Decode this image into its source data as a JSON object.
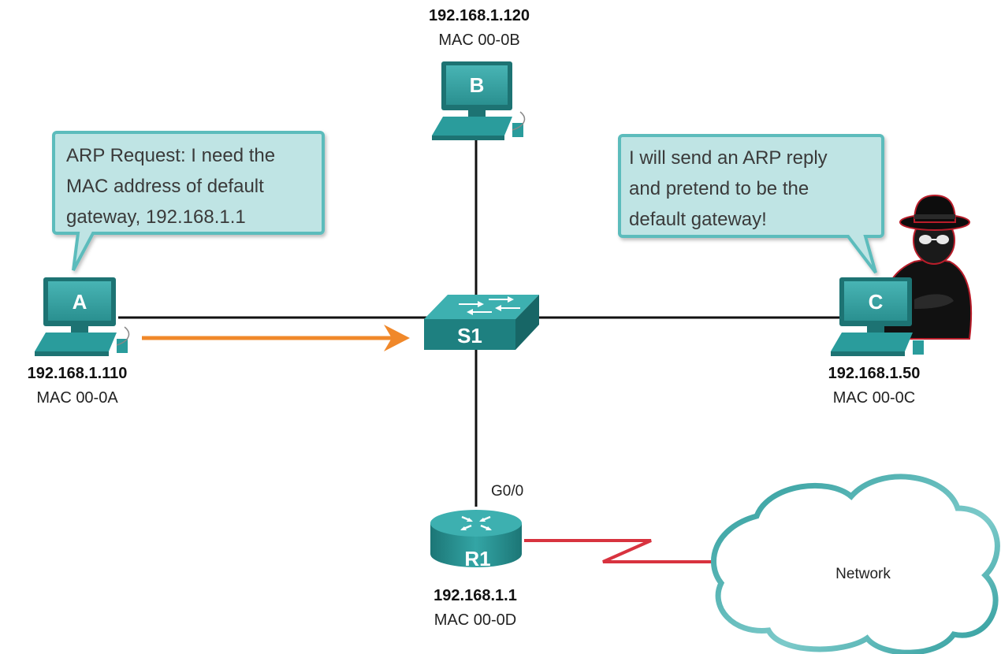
{
  "colors": {
    "device_teal": "#2a9c9c",
    "device_dark": "#1d7373",
    "bubble_fill": "#bfe4e4",
    "bubble_border": "#5cbcbc",
    "arrow_orange": "#f0882a",
    "serial_red": "#d8333f",
    "cloud_border": "#3aa6a6"
  },
  "hosts": {
    "a": {
      "letter": "A",
      "ip": "192.168.1.110",
      "mac": "MAC 00-0A"
    },
    "b": {
      "letter": "B",
      "ip": "192.168.1.120",
      "mac": "MAC 00-0B"
    },
    "c": {
      "letter": "C",
      "ip": "192.168.1.50",
      "mac": "MAC 00-0C"
    }
  },
  "switch": {
    "label": "S1"
  },
  "router": {
    "label": "R1",
    "interface": "G0/0",
    "ip": "192.168.1.1",
    "mac": "MAC 00-0D"
  },
  "cloud": {
    "label": "Network"
  },
  "bubbles": {
    "host_a": {
      "lines": [
        "ARP Request: I need the",
        "MAC address of default",
        "gateway, 192.168.1.1"
      ]
    },
    "host_c": {
      "lines": [
        "I will send an ARP reply",
        "and pretend to be the",
        "default gateway!"
      ]
    }
  },
  "icons": {
    "attacker": "hacker-icon",
    "arrow": "arrow-right-icon",
    "serial_link": "serial-link-icon"
  }
}
